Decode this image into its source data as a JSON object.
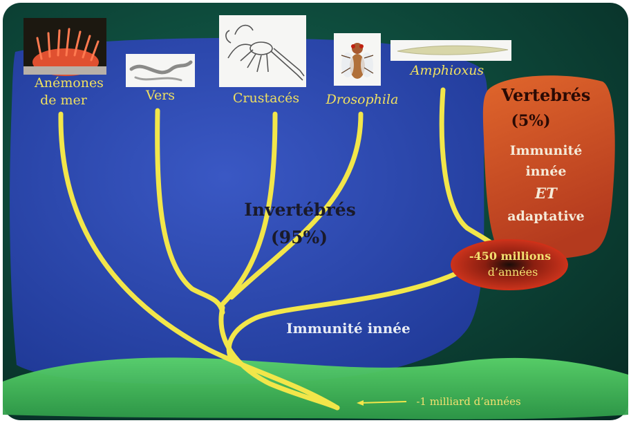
{
  "taxa": {
    "anemones_line1": "Anémones",
    "anemones_line2": "de mer",
    "vers": "Vers",
    "crustaces": "Crustacés",
    "drosophila": "Drosophila",
    "amphioxus": "Amphioxus"
  },
  "invertebrates": {
    "title": "Invertébrés",
    "percent": "(95%)",
    "immunity": "Immunité innée"
  },
  "vertebrates": {
    "title": "Vertebrés",
    "percent": "(5%)",
    "line1": "Immunité",
    "line2": "innée",
    "line3": "ET",
    "line4": "adaptative"
  },
  "timeline": {
    "recent_line1": "-450 millions",
    "recent_line2": "d’années",
    "ancient": "-1 milliard d’années"
  },
  "colors": {
    "background": "#0c4a3c",
    "invertebrate_blob": "#2c45a8",
    "vertebrate_blob": "#d4552a",
    "branches": "#f2e64a",
    "ground": "#46c45a",
    "time_ellipse": "#c7321c"
  }
}
